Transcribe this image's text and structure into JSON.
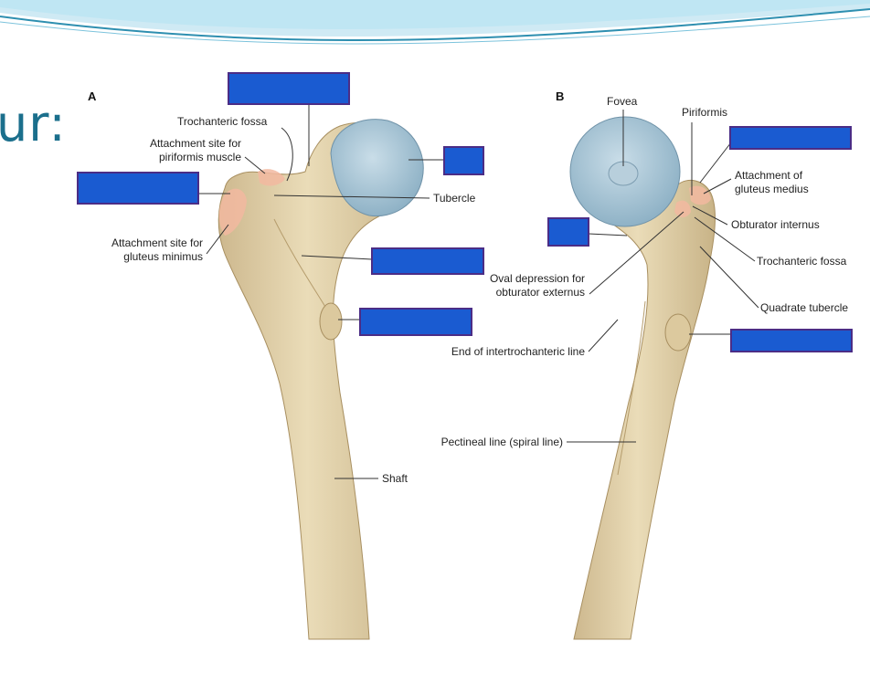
{
  "slide": {
    "title": "ur:",
    "colors": {
      "title": "#1b6f8c",
      "mask": "#1a5bd1",
      "mask_border": "#4b2d86",
      "bone": "#e6d6b0",
      "head": "#a9c5d6",
      "attachment": "#f2b9a0"
    }
  },
  "panel_a": {
    "letter": "A",
    "labels": {
      "trochanteric_fossa": "Trochanteric fossa",
      "piriformis_line1": "Attachment site for",
      "piriformis_line2": "piriformis muscle",
      "tubercle": "Tubercle",
      "gluteus_min_line1": "Attachment site for",
      "gluteus_min_line2": "gluteus minimus",
      "shaft": "Shaft"
    }
  },
  "panel_b": {
    "letter": "B",
    "labels": {
      "fovea": "Fovea",
      "piriformis": "Piriformis",
      "gluteus_medius_line1": "Attachment of",
      "gluteus_medius_line2": "gluteus medius",
      "obturator_internus": "Obturator internus",
      "trochanteric_fossa": "Trochanteric fossa",
      "quadrate_tubercle": "Quadrate tubercle",
      "obturator_externus_line1": "Oval depression for",
      "obturator_externus_line2": "obturator externus",
      "intertrochanteric": "End of intertrochanteric line",
      "pectineal": "Pectineal line (spiral line)"
    }
  }
}
